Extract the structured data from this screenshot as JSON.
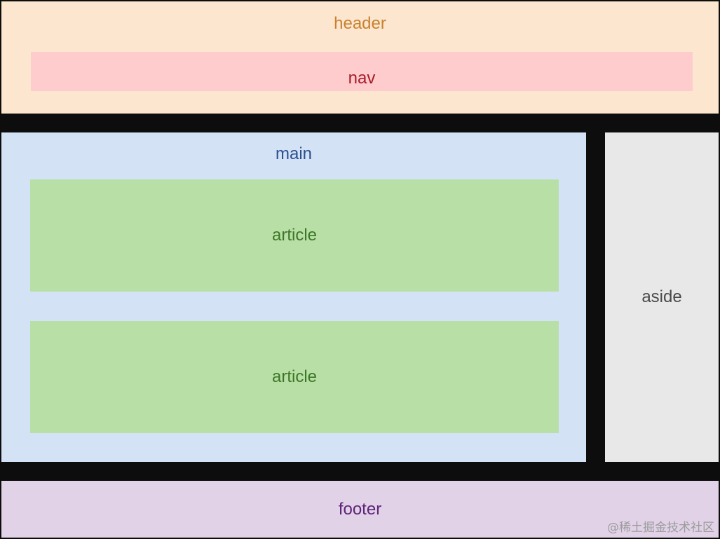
{
  "regions": {
    "header": "header",
    "nav": "nav",
    "main": "main",
    "articles": [
      "article",
      "article"
    ],
    "aside": "aside",
    "footer": "footer"
  },
  "colors": {
    "background": "#0d0d0d",
    "header": "#fde6cf",
    "nav": "#ffccce",
    "main": "#d4e2f6",
    "article": "#b8e0a6",
    "aside": "#e8e8e8",
    "footer": "#e1d2e7"
  },
  "watermark": "@稀土掘金技术社区"
}
